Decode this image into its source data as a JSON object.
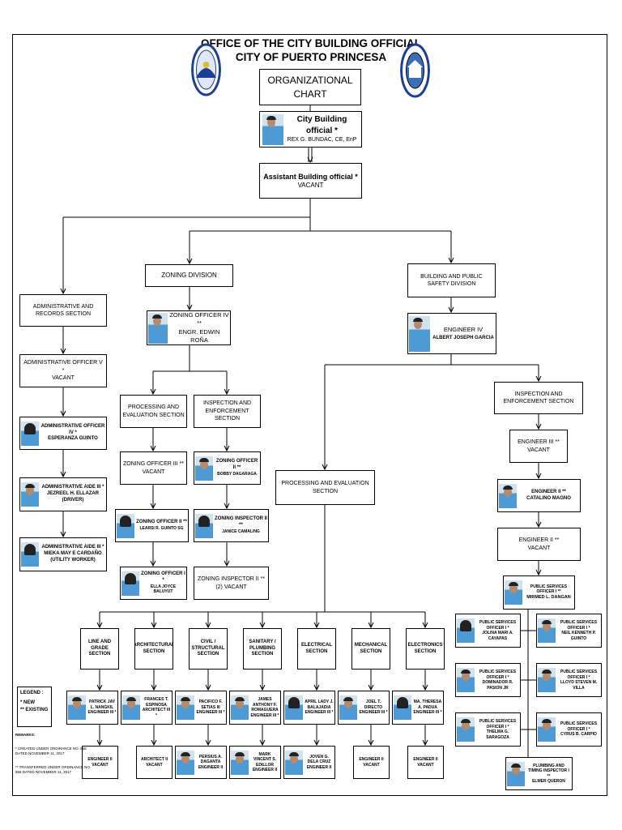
{
  "header": {
    "office": "OFFICE OF THE CITY BUILDING OFFICIAL",
    "city": "CITY OF PUERTO PRINCESA",
    "chart_title": "ORGANIZATIONAL CHART"
  },
  "cbo": {
    "title": "City Building official *",
    "name": "REX G. BUNDAC, CE, EnP"
  },
  "abo": {
    "title": "Assistant Building official *",
    "name": "VACANT"
  },
  "zoning": {
    "division": "ZONING DIVISION",
    "head_title": "ZONING OFFICER IV **",
    "head_name": "ENGR. EDWIN ROÑA",
    "proc": "PROCESSING AND EVALUATION SECTION",
    "insp": "INSPECTION AND ENFORCEMENT SECTION",
    "zo3_title": "ZONING OFFICER III **",
    "zo3_name": "VACANT",
    "zo2a_title": "ZONING OFFICER II **",
    "zo2a_name": "BOBBY DAGARAGA",
    "zo2b_title": "ZONING OFFICER II **",
    "zo2b_name": "LEARSI R. GUINTO SG",
    "zi2a_title": "ZONING INSPECTOR II **",
    "zi2a_name": "JANICE CAMALING",
    "zo1_title": "ZONING OFFICER I *",
    "zo1_name": "ELLA JOYCE BALUYUT",
    "zi2b_title": "ZONING INSPECTOR II **",
    "zi2b_name": "(2) VACANT"
  },
  "admin": {
    "section": "ADMINISTRATIVE AND RECORDS SECTION",
    "ao5_title": "ADMINISTRATIVE OFFICER V *",
    "ao5_name": "VACANT",
    "ao4_title": "ADMINISTRATIVE OFFICER IV *",
    "ao4_name": "ESPERANZA GUINTO",
    "aa3a_title": "ADMINISTRATIVE AIDE III *",
    "aa3a_name": "JEZREEL H. ELLAZAR",
    "aa3a_note": "(DRIVER)",
    "aa3b_title": "ADMINISTRATIVE AIDE III *",
    "aa3b_name": "MIEKA MAY E CARDAÑO",
    "aa3b_note": "(UTILITY WORKER)"
  },
  "bps": {
    "division": "BUILDING AND PUBLIC SAFETY DIVISION",
    "head_title": "ENGINEER IV",
    "head_name": "ALBERT JOSEPH GARCIA",
    "insp": "INSPECTION AND ENFORCEMENT SECTION",
    "proc": "PROCESSING AND EVALUATION SECTION",
    "e3_title": "ENGINEER III **",
    "e3_name": "VACANT",
    "e2a_title": "ENGINEER II **",
    "e2a_name": "CATALINO MAGNO",
    "e2b_title": "ENGINEER II **",
    "e2b_name": "VACANT",
    "pso_head_title": "PUBLIC SERVICES OFFICER I **",
    "pso_head_name": "MIRMED L. DANGAN",
    "pso": [
      {
        "title": "PUBLIC SERVICES OFFICER I *",
        "name": "JOLINA MARI A. CAYAPAS"
      },
      {
        "title": "PUBLIC SERVICES OFFICER I *",
        "name": "NEIL KENNETH P. GUINTO"
      },
      {
        "title": "PUBLIC SERVICES OFFICER I *",
        "name": "DOMINADOR R. PASION JR"
      },
      {
        "title": "PUBLIC SERVICES OFFICER I *",
        "name": "LLOYD STEVEN M. VILLA"
      },
      {
        "title": "PUBLIC SERVICES OFFICER I *",
        "name": "THELMA G. SARAGOZA"
      },
      {
        "title": "PUBLIC SERVICES OFFICER I *",
        "name": "CYRUS B. CARPIO"
      }
    ],
    "plumbing_title": "PLUMBING AND TIMING INSPECTOR I **",
    "plumbing_name": "ELMER QUERON"
  },
  "sections": [
    {
      "name": "LINE AND GRADE SECTION",
      "eng_title": "ENGINEER III *",
      "eng_name": "PATRICK JAY L. NANGKIL",
      "sub_title": "ENGINEER II",
      "sub_name": "VACANT"
    },
    {
      "name": "ARCHITECTURAL SECTION",
      "eng_title": "ARCHITECT III *",
      "eng_name": "FRANCES T. ESPINOSA",
      "sub_title": "ARCHITECT II",
      "sub_name": "VACANT"
    },
    {
      "name": "CIVIL / STRUCTURAL SECTION",
      "eng_title": "ENGINEER III *",
      "eng_name": "PACIFICO F. SETIAS III",
      "sub_title": "ENGINEER II",
      "sub_name": "PERSIUS A. DAGANTA"
    },
    {
      "name": "SANITARY / PLUMBING SECTION",
      "eng_title": "ENGINEER III *",
      "eng_name": "JAMES ANTHONY F. ROMAGUERA",
      "sub_title": "ENGINEER II",
      "sub_name": "MARK VINCENT S. EDILLOR"
    },
    {
      "name": "ELECTRICAL SECTION",
      "eng_title": "ENGINEER III *",
      "eng_name": "APRIL LADY J. BALAJADIA",
      "sub_title": "ENGINEER II",
      "sub_name": "JOVEN G. DELA CRUZ"
    },
    {
      "name": "MECHANICAL SECTION",
      "eng_title": "ENGINEER III *",
      "eng_name": "JOEL T. DIRECTO",
      "sub_title": "ENGINEER II",
      "sub_name": "VACANT"
    },
    {
      "name": "ELECTRONICS SECTION",
      "eng_title": "ENGINEER III *",
      "eng_name": "MA. THERESA A. PADUA",
      "sub_title": "ENGINEER II",
      "sub_name": "VACANT"
    }
  ],
  "legend": {
    "title": "LEGEND :",
    "new": "*   NEW",
    "existing": "**  EXISTING"
  },
  "remarks": {
    "label": "REMARKS:",
    "r1": "* CREATED UNDER ORDINANCE NO. 858 DATED NOVEMBER 11, 2017",
    "r2": "** TRANSFERRED UNDER ORDINANCE NO. 858 DATED NOVEMBER 11, 2017"
  },
  "colors": {
    "line": "#000000",
    "photo_bg": "#4d9ad4",
    "logo_blue": "#1c3f95"
  }
}
